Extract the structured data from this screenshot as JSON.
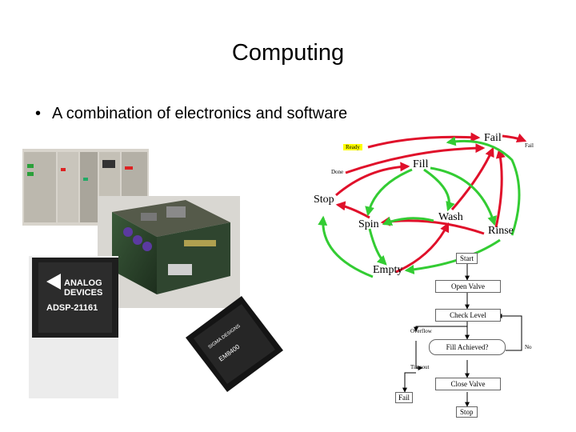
{
  "slide": {
    "title": "Computing",
    "bullet_glyph": "•",
    "bullet_text": "A combination of electronics and software"
  },
  "images": {
    "plc_rack": "plc-rack-photo",
    "pc104_stack": "pc104-board-stack-photo",
    "adsp_chip": "analog-devices-dsp-chip-photo",
    "em_chip": "sigma-designs-chip-photo"
  },
  "chips": {
    "adsp_brand_line1": "ANALOG",
    "adsp_brand_line2": "DEVICES",
    "adsp_part": "ADSP-21161",
    "em_brand": "SIGMA DESIGNS",
    "em_part": "EM8400"
  },
  "state_machine": {
    "fail_big": "Fail",
    "fail_small": "Fail",
    "ready": "Ready",
    "fill": "Fill",
    "done": "Done",
    "stop": "Stop",
    "wash": "Wash",
    "spin": "Spin",
    "rinse": "Rinse",
    "empty": "Empty"
  },
  "flowchart": {
    "start": "Start",
    "open_valve": "Open Valve",
    "check_level": "Check Level",
    "overflow": "Overflow",
    "fill_achieved": "Fill Achieved?",
    "no": "No",
    "timeout": "Timeout",
    "close_valve": "Close Valve",
    "fail": "Fail",
    "stop": "Stop"
  },
  "colors": {
    "green_arrow": "#33cc33",
    "red_arrow": "#e0102a",
    "ready_bg": "#ffff00",
    "flow_line": "#000000"
  }
}
